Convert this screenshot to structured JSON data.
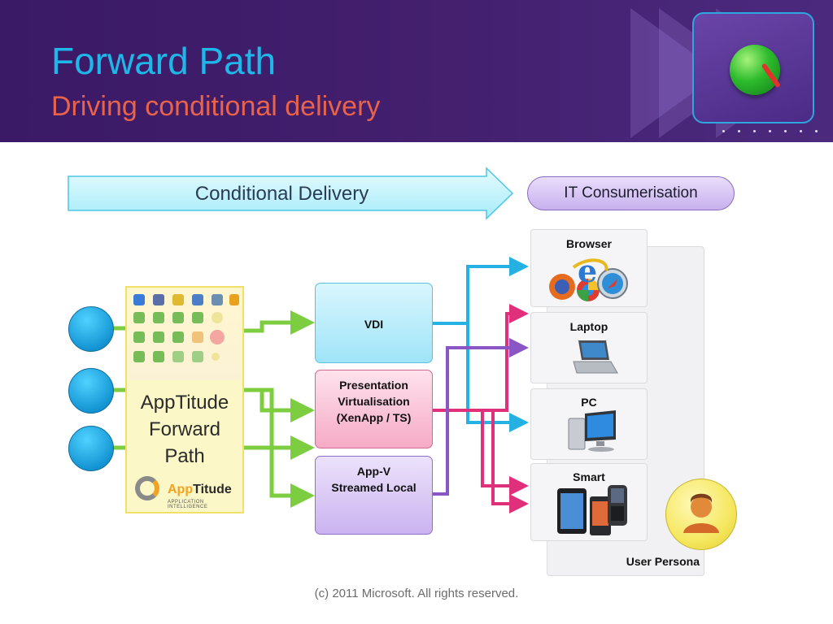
{
  "slide": {
    "title": "Forward Path",
    "subtitle": "Driving conditional delivery",
    "footer": "(c) 2011 Microsoft. All rights reserved."
  },
  "banner": {
    "arrow_label": "Conditional Delivery",
    "pill_label": "IT Consumerisation"
  },
  "apptitude": {
    "label_lines": [
      "AppTitude",
      "Forward",
      "Path"
    ],
    "logo_text_a": "App",
    "logo_text_b": "Titude",
    "logo_sub": "APPLICATION INTELLIGENCE"
  },
  "delivery": {
    "vdi": "VDI",
    "presentation_lines": [
      "Presentation",
      "Virtualisation",
      "(XenApp / TS)"
    ],
    "appv_lines": [
      "App-V",
      "Streamed Local"
    ]
  },
  "devices": {
    "browser": "Browser",
    "laptop": "Laptop",
    "pc": "PC",
    "smart": "Smart",
    "persona": "User Persona"
  },
  "colors": {
    "header_bg": "#3a1966",
    "title": "#1fb6e8",
    "subtitle": "#e8634a",
    "green_line": "#7ccd3f",
    "cyan_line": "#25b1e3",
    "magenta_line": "#e0307c",
    "purple_line": "#8a55c4"
  },
  "icons": [
    "clock-ball-icon",
    "browser-icons",
    "laptop-icon",
    "pc-icon",
    "smart-devices-icon",
    "user-icon",
    "apptitude-logo-icon"
  ]
}
